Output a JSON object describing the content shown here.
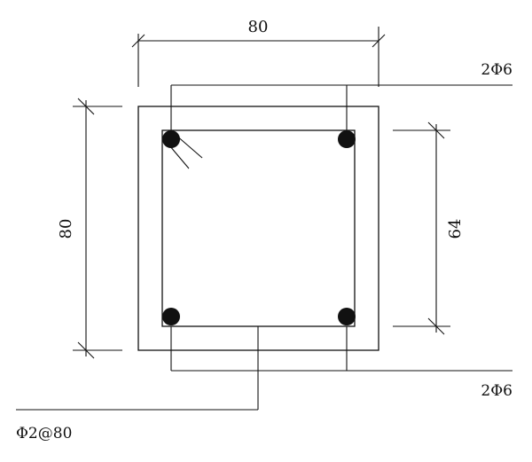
{
  "dimensions": {
    "top_width": "80",
    "left_height": "80",
    "right_core": "64"
  },
  "labels": {
    "top_bars": "2Φ6",
    "bottom_bars": "2Φ6",
    "stirrup": "Φ2@80"
  }
}
